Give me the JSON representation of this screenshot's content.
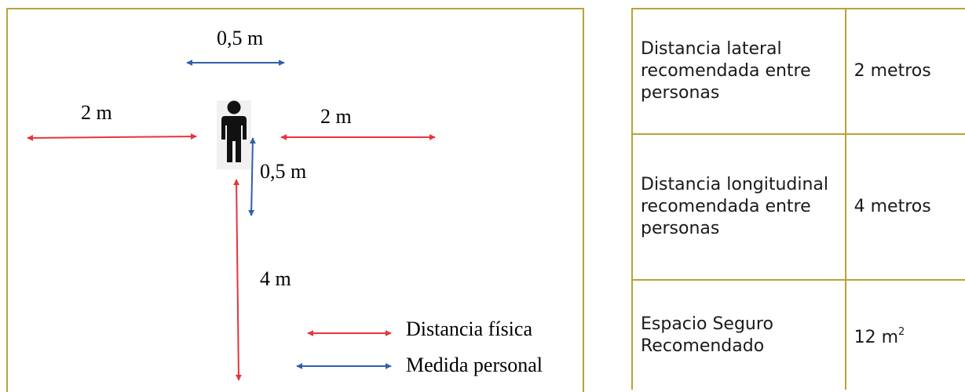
{
  "diagram": {
    "labels": {
      "personal_top": "0,5 m",
      "left_distance": "2 m",
      "right_distance": "2 m",
      "personal_right": "0,5 m",
      "longitudinal": "4 m"
    },
    "legend": {
      "physical": "Distancia física",
      "personal": "Medida personal"
    },
    "colors": {
      "physical_arrow": "#e8333a",
      "personal_arrow": "#2f5fa8",
      "border": "#b5a536"
    },
    "icon": "person-icon"
  },
  "table": {
    "rows": [
      {
        "label": "Distancia lateral recomendada entre personas",
        "value": "2 metros"
      },
      {
        "label": "Distancia longitudinal recomendada entre personas",
        "value": "4 metros"
      },
      {
        "label": "Espacio Seguro Recomendado",
        "value": "12 m",
        "value_sup": "2"
      }
    ]
  }
}
